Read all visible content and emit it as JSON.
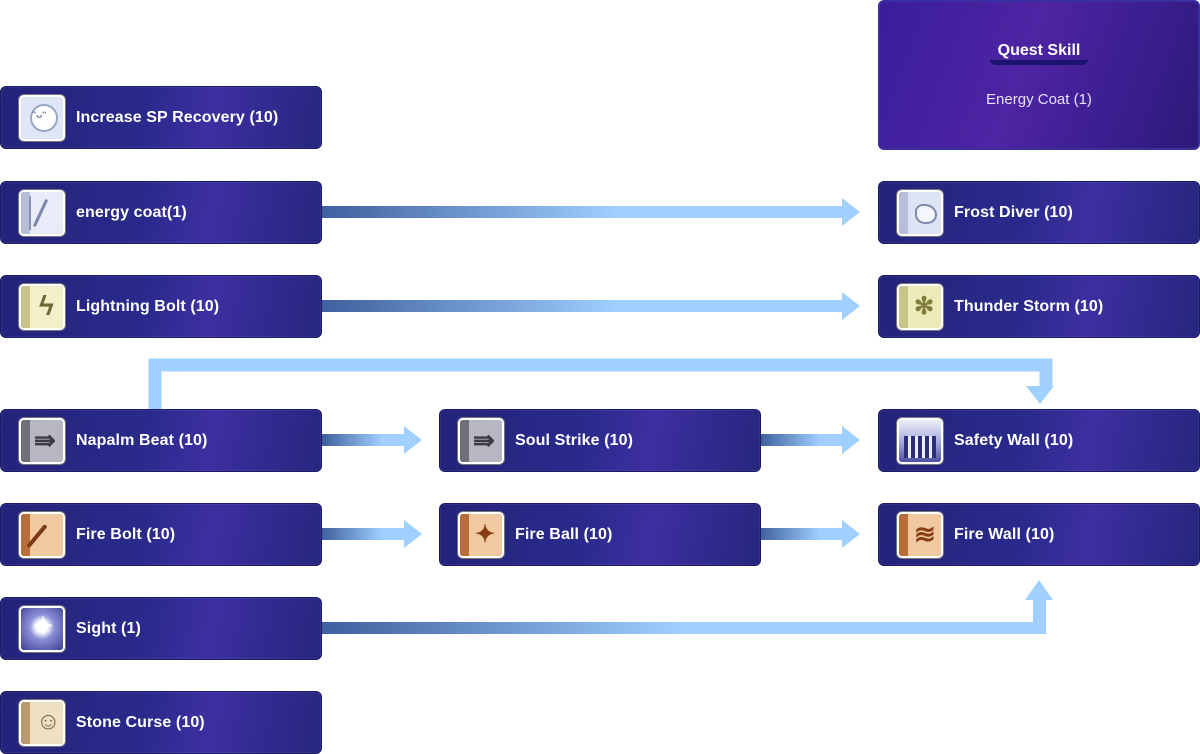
{
  "quest": {
    "title": "Quest Skill",
    "item": "Energy Coat (1)"
  },
  "skills": {
    "increase_sp_recovery": "Increase SP Recovery (10)",
    "energy_coat": "energy coat(1)",
    "lightning_bolt": "Lightning Bolt (10)",
    "napalm_beat": "Napalm Beat (10)",
    "fire_bolt": "Fire Bolt (10)",
    "sight": "Sight (1)",
    "stone_curse": "Stone Curse (10)",
    "soul_strike": "Soul Strike (10)",
    "fire_ball": "Fire Ball (10)",
    "frost_diver": "Frost Diver (10)",
    "thunder_storm": "Thunder Storm (10)",
    "safety_wall": "Safety Wall (10)",
    "fire_wall": "Fire Wall (10)"
  },
  "colors": {
    "node_bg": "#25257f",
    "quest_bg": "#45219f",
    "arrow_dark": "#3f5f9e",
    "arrow_light": "#9fd0ff"
  }
}
